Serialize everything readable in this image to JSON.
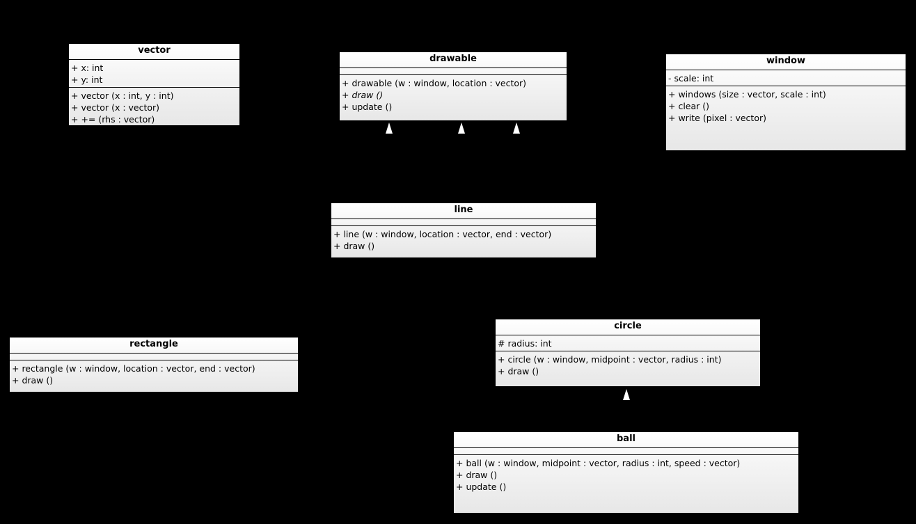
{
  "classes": {
    "vector": {
      "name": "vector",
      "attributes": [
        "+ x: int",
        "+ y: int"
      ],
      "operations": [
        "+ vector (x : int, y : int)",
        "+ vector (x : vector)",
        "+ += (rhs : vector)"
      ]
    },
    "drawable": {
      "name": "drawable",
      "attributes": [],
      "operations": [
        "+ drawable (w : window, location : vector)",
        "+ draw ()",
        "+ update ()"
      ]
    },
    "window": {
      "name": "window",
      "attributes": [
        "- scale: int"
      ],
      "operations": [
        "+ windows (size : vector, scale : int)",
        "+ clear ()",
        "+ write (pixel : vector)"
      ]
    },
    "line": {
      "name": "line",
      "attributes": [],
      "operations": [
        "+ line (w : window, location : vector, end : vector)",
        "+ draw ()"
      ]
    },
    "rectangle": {
      "name": "rectangle",
      "attributes": [],
      "operations": [
        "+ rectangle (w : window, location : vector, end : vector)",
        "+ draw ()"
      ]
    },
    "circle": {
      "name": "circle",
      "attributes": [
        "# radius: int"
      ],
      "operations": [
        "+ circle (w : window, midpoint : vector, radius : int)",
        "+ draw ()"
      ]
    },
    "ball": {
      "name": "ball",
      "attributes": [],
      "operations": [
        "+ ball (w : window, midpoint : vector, radius : int, speed : vector)",
        "+ draw ()",
        "+ update ()"
      ]
    }
  }
}
